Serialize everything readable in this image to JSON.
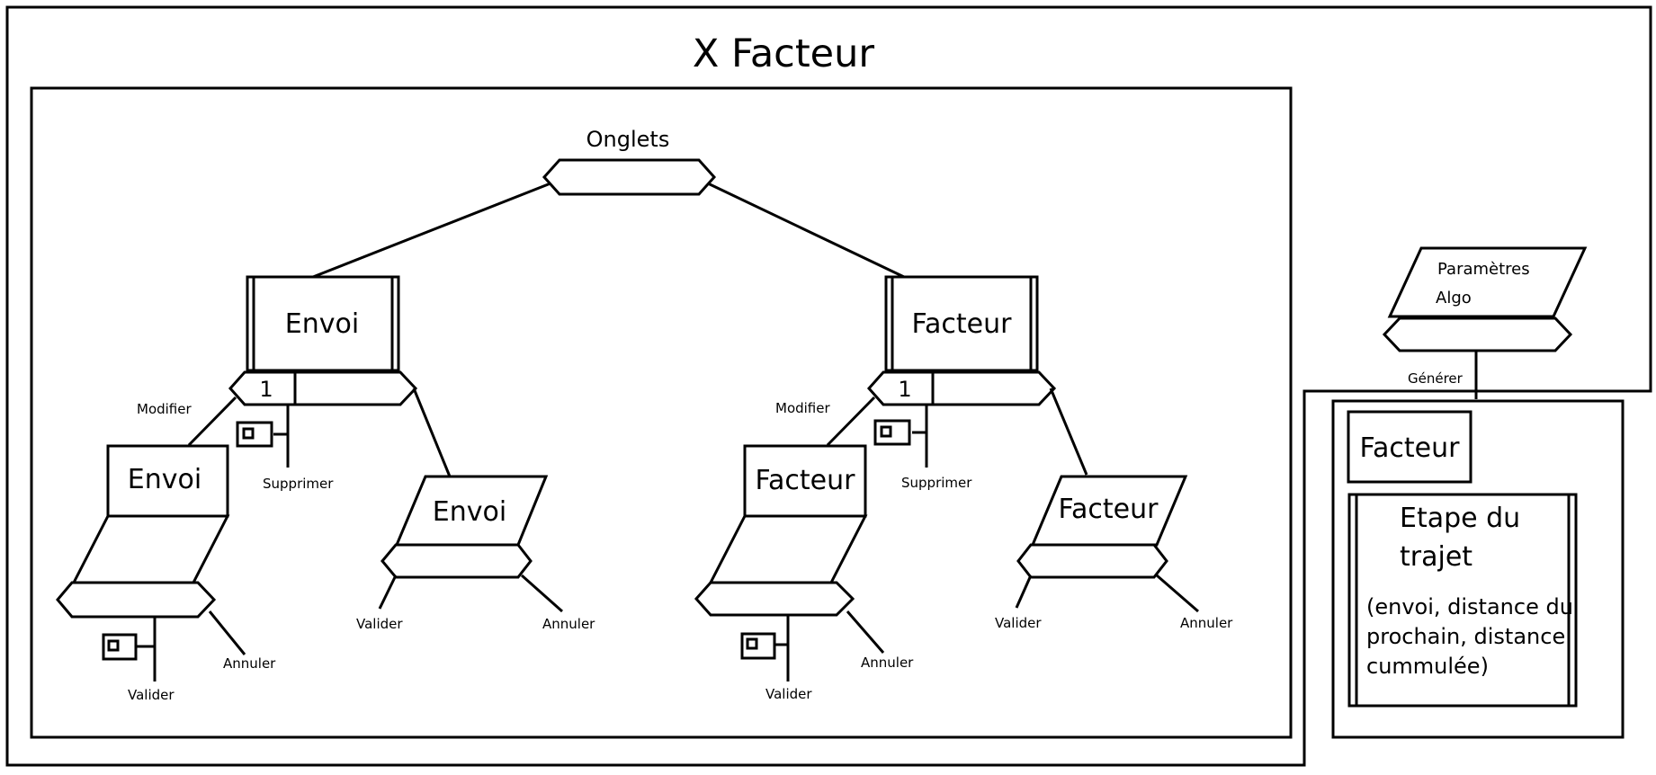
{
  "title": "X Facteur",
  "tabs": {
    "label": "Onglets"
  },
  "envoi_branch": {
    "list_title": "Envoi",
    "key_label": "1",
    "edit_label": "Modifier",
    "delete_label": "Supprimer",
    "edit_form": {
      "title": "Envoi",
      "validate_label": "Valider",
      "cancel_label": "Annuler"
    },
    "create_form": {
      "title": "Envoi",
      "validate_label": "Valider",
      "cancel_label": "Annuler"
    }
  },
  "facteur_branch": {
    "list_title": "Facteur",
    "key_label": "1",
    "edit_label": "Modifier",
    "delete_label": "Supprimer",
    "edit_form": {
      "title": "Facteur",
      "validate_label": "Valider",
      "cancel_label": "Annuler"
    },
    "create_form": {
      "title": "Facteur",
      "validate_label": "Valider",
      "cancel_label": "Annuler"
    }
  },
  "algo": {
    "params_line1": "Paramètres",
    "params_line2": "Algo",
    "generate_label": "Générer",
    "result_title": "Facteur",
    "steps_line1": "Etape du",
    "steps_line2": "trajet",
    "steps_detail_line1": "(envoi, distance du",
    "steps_detail_line2": "prochain, distance",
    "steps_detail_line3": "cummulée)"
  }
}
